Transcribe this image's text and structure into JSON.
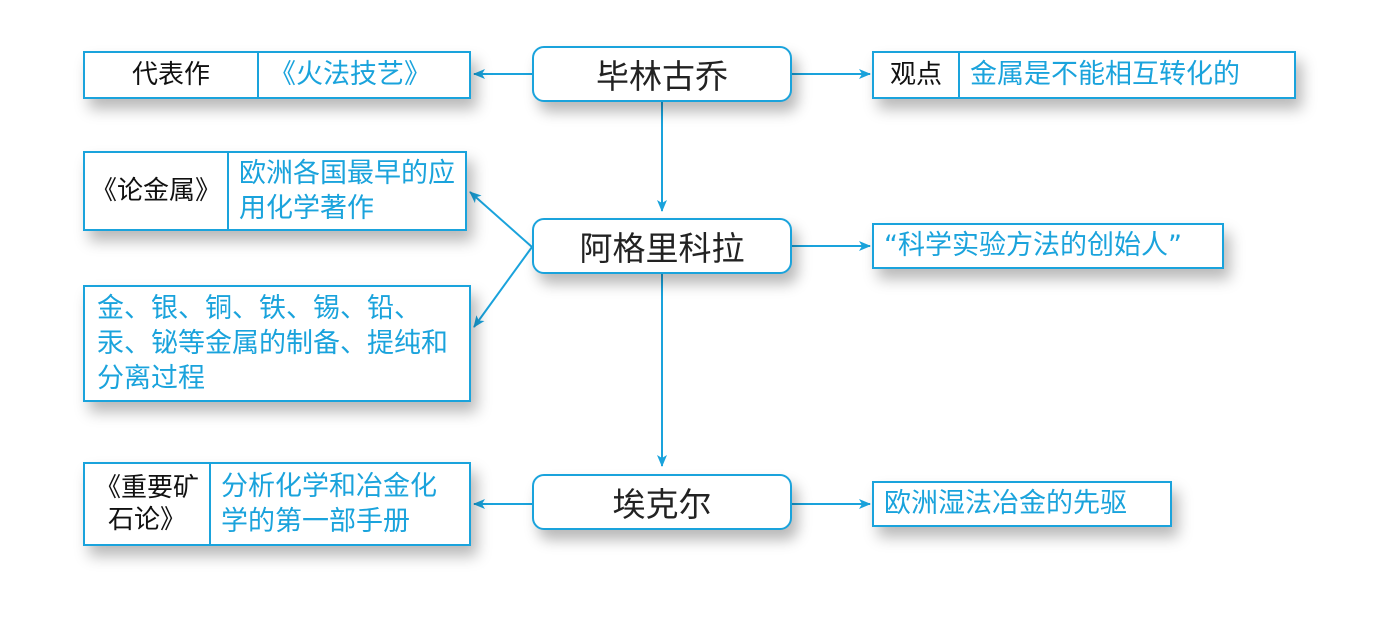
{
  "colors": {
    "accent": "#1aa3dc",
    "text": "#222222"
  },
  "people": [
    {
      "name": "毕林古乔",
      "work": {
        "label": "代表作",
        "value": "《火法技艺》"
      },
      "view": {
        "label": "观点",
        "value": "金属是不能相互转化的"
      }
    },
    {
      "name": "阿格里科拉",
      "work": {
        "label": "《论金属》",
        "value": "欧洲各国最早的应用化学著作"
      },
      "content": "金、银、铜、铁、锡、铅、汞、铋等金属的制备、提纯和分离过程",
      "title": "“科学实验方法的创始人”"
    },
    {
      "name": "埃克尔",
      "work": {
        "label": "《重要矿石论》",
        "value": "分析化学和冶金化学的第一部手册"
      },
      "title": "欧洲湿法冶金的先驱"
    }
  ]
}
